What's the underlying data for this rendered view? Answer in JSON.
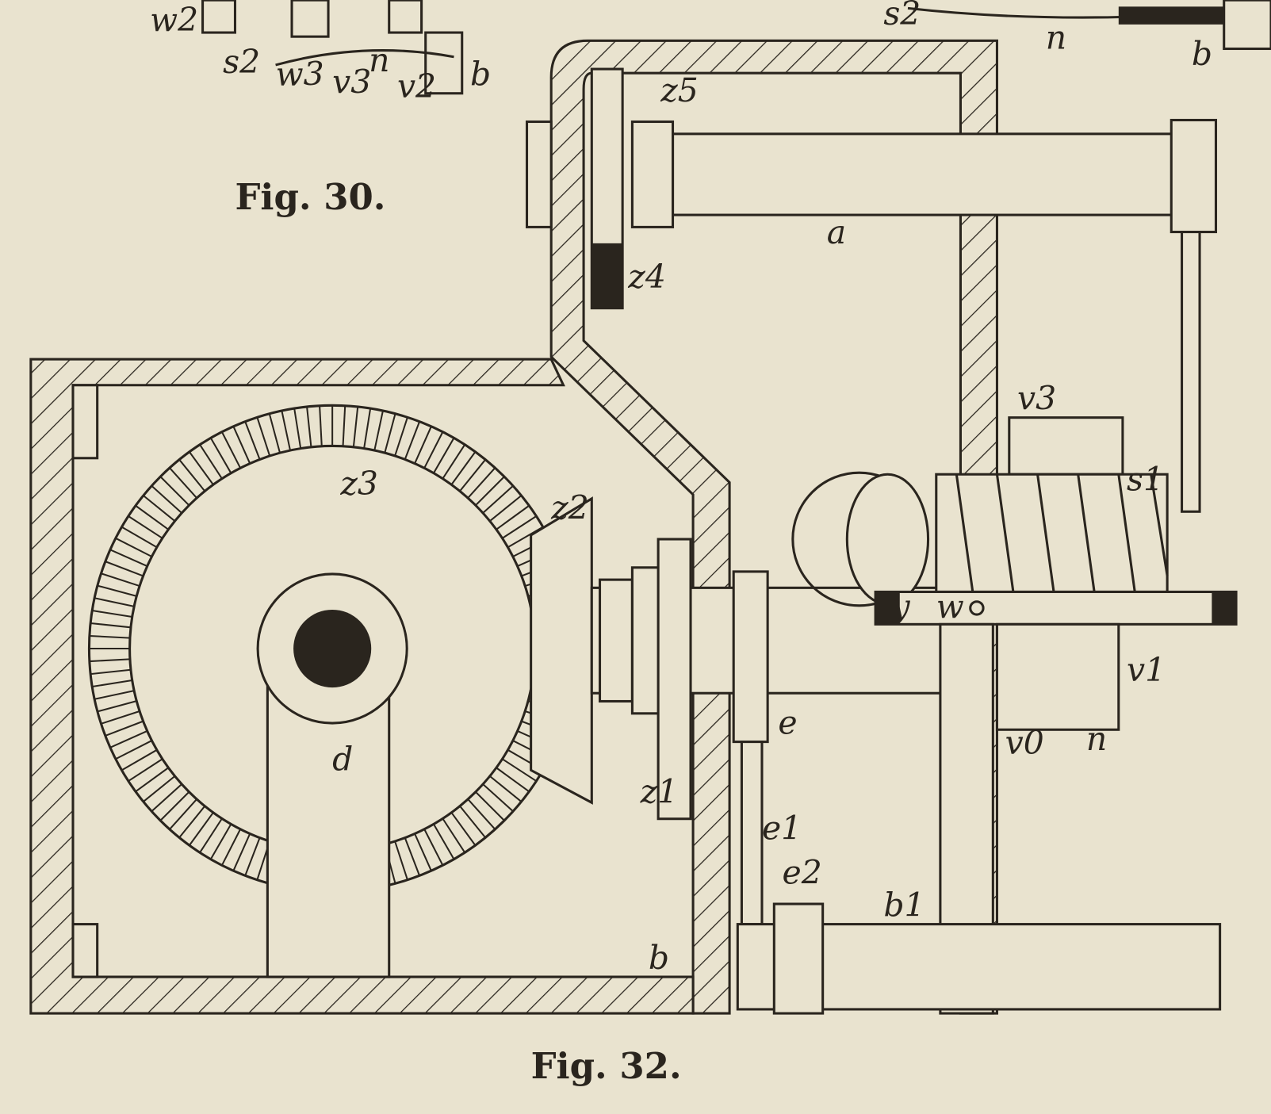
{
  "captions": {
    "fig30": "Fig. 30.",
    "fig32": "Fig. 32."
  },
  "labels": {
    "top_w2": "w2",
    "top_s2": "s2",
    "top_w3": "w3",
    "top_v3": "v3",
    "top_n": "n",
    "top_v2": "v2",
    "top_b": "b",
    "topr_s2": "s2",
    "topr_n": "n",
    "topr_b": "b",
    "z5": "z5",
    "z4": "z4",
    "a": "a",
    "v3": "v3",
    "s1": "s1",
    "z3": "z3",
    "z2": "z2",
    "d": "d",
    "e": "e",
    "z1": "z1",
    "e1": "e1",
    "e2": "e2",
    "b1": "b1",
    "b": "b",
    "y": "y",
    "w": "w",
    "v1": "v1",
    "v0": "v0",
    "n": "n"
  },
  "colors": {
    "paper": "#e9e3cf",
    "ink": "#2a251e"
  }
}
